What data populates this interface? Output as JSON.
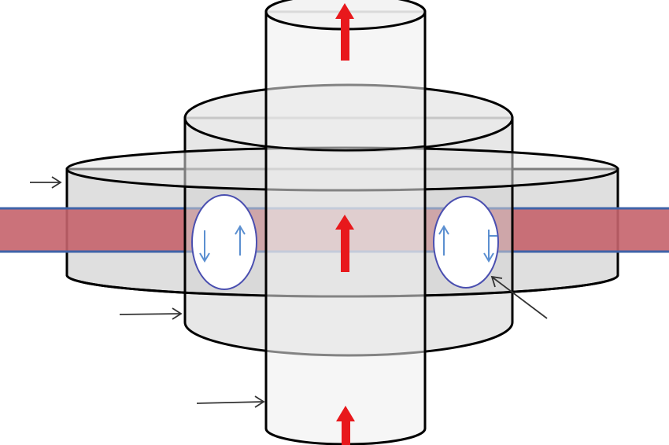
{
  "diagram": {
    "components": [
      {
        "id": "inner-vertical-cylinder",
        "shape": "cylinder",
        "orientation": "vertical"
      },
      {
        "id": "middle-disk-cylinder",
        "shape": "cylinder",
        "orientation": "vertical"
      },
      {
        "id": "outer-wide-disk",
        "shape": "cylinder",
        "orientation": "vertical"
      },
      {
        "id": "horizontal-band",
        "shape": "band",
        "orientation": "horizontal"
      },
      {
        "id": "left-circulation-ellipse",
        "shape": "ellipse",
        "arrows": [
          "down",
          "up"
        ]
      },
      {
        "id": "right-circulation-ellipse",
        "shape": "ellipse",
        "arrows": [
          "up",
          "down"
        ]
      }
    ],
    "flow_arrows": [
      {
        "id": "flow-arrow-top",
        "direction": "up"
      },
      {
        "id": "flow-arrow-center",
        "direction": "up"
      },
      {
        "id": "flow-arrow-bottom",
        "direction": "up"
      }
    ],
    "pointer_arrows": [
      {
        "id": "pointer-outer-disk",
        "target": "outer-wide-disk"
      },
      {
        "id": "pointer-middle-disk",
        "target": "middle-disk-cylinder"
      },
      {
        "id": "pointer-inner-cylinder",
        "target": "inner-vertical-cylinder"
      },
      {
        "id": "pointer-right-ellipse",
        "target": "right-circulation-ellipse"
      }
    ]
  },
  "colors": {
    "outline": "#000000",
    "cylinder_fill": "#d9d9d9",
    "top_face_fill": "#e9e9e9",
    "inner_cylinder_fill": "#efefef",
    "band_fill": "#c5636c",
    "band_edge": "#3f63a8",
    "ellipse_stroke": "#4a4fb0",
    "ellipse_arrow": "#5b8fd0",
    "flow_arrow": "#e8181c",
    "pointer": "#333333"
  }
}
